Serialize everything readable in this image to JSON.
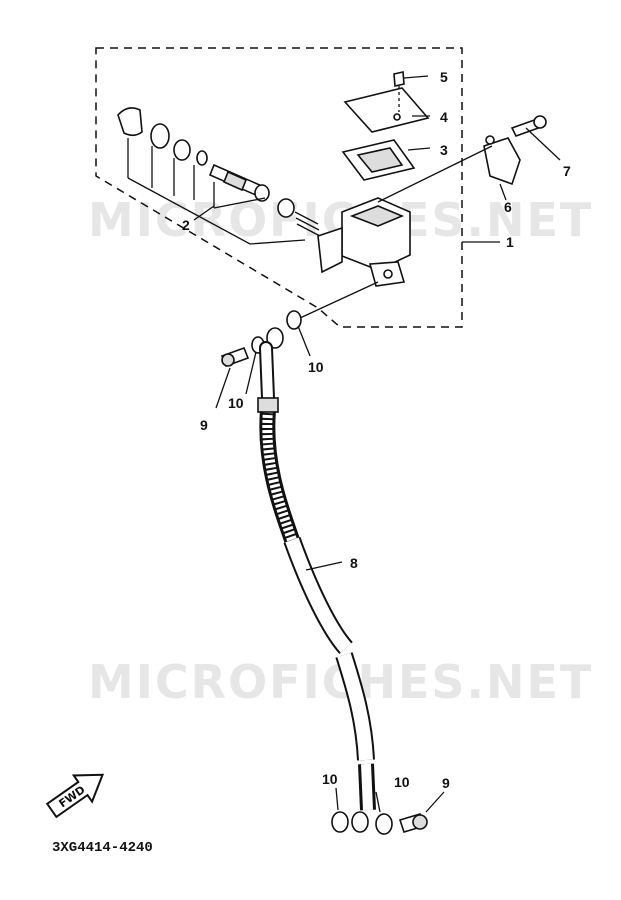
{
  "watermarks": [
    "MICROFICHES.NET",
    "MICROFICHES.NET"
  ],
  "callouts": {
    "c1": "1",
    "c2": "2",
    "c3": "3",
    "c4": "4",
    "c5": "5",
    "c6": "6",
    "c7": "7",
    "c8": "8",
    "c9a": "9",
    "c9b": "9",
    "c10a": "10",
    "c10b": "10",
    "c10c": "10",
    "c10d": "10"
  },
  "fwd_label": "FWD",
  "part_code": "3XG4414-4240"
}
